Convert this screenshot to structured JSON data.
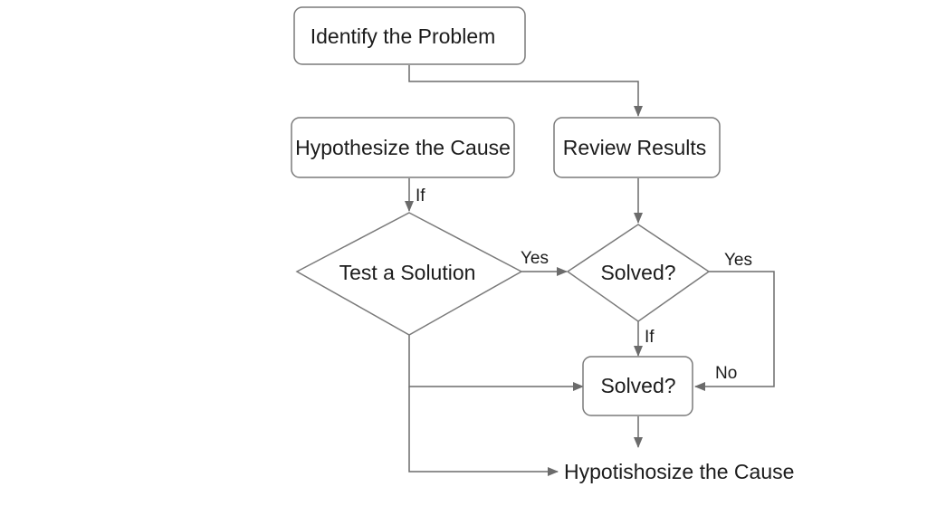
{
  "nodes": {
    "identify": "Identify the Problem",
    "hypothesize": "Hypothesize the Cause",
    "review": "Review Results",
    "test": "Test a Solution",
    "solved_diamond": "Solved?",
    "solved_box": "Solved?",
    "hypotishosize": "Hypotishosize the Cause"
  },
  "edges": {
    "if_hypothesize_test": "If",
    "yes_test_solved": "Yes",
    "yes_solved_loop": "Yes",
    "if_solved_solved": "If",
    "no_loop": "No"
  },
  "colors": {
    "stroke": "#7a7a7a",
    "connector": "#6b6b6b",
    "text": "#1c1c1c",
    "background": "#ffffff"
  }
}
